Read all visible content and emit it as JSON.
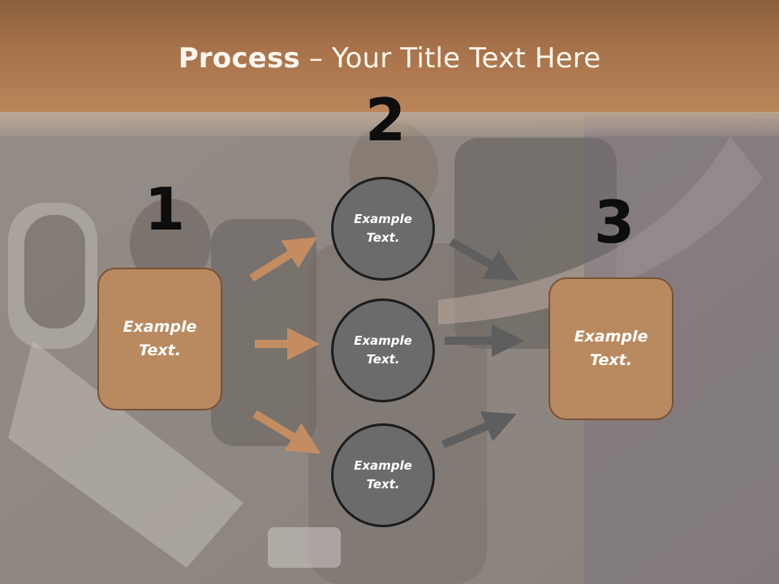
{
  "header": {
    "title_bold": "Process",
    "title_rest": " – Your Title Text Here"
  },
  "steps": [
    {
      "number": "1",
      "label": "Example Text."
    },
    {
      "number": "2",
      "items": [
        "Example Text.",
        "Example Text.",
        "Example Text."
      ]
    },
    {
      "number": "3",
      "label": "Example Text."
    }
  ],
  "colors": {
    "header": "#a8734b",
    "box_fill": "#b98a5f",
    "circle_fill": "#6b6b6b",
    "arrow_in": "#c48d61",
    "arrow_out": "#5e5e5e"
  }
}
